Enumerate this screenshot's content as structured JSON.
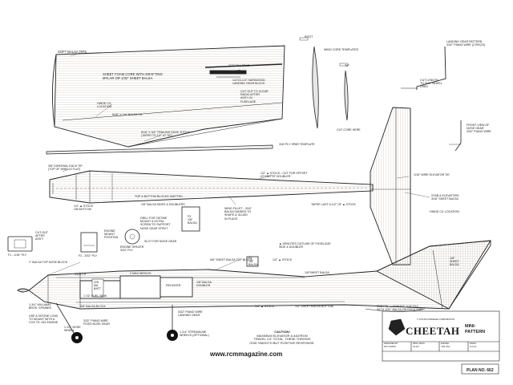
{
  "plan": {
    "title": "CHEETAH",
    "subtitle": "MINI-\nPATTERN",
    "website": "www.rcmmagazine.com",
    "plan_number": "PLAN NO. 662",
    "copyright": "© 1973 R/C MODELER CORPORATION"
  },
  "caution": {
    "heading": "CAUTION!",
    "lines": "MAXIMUM ELEVATOR & AILERON\nTRAVEL 1/4\" TOTAL. THESE THROWS\nGIVE SMOOTH BUT POSITIVE RESPONSE."
  },
  "wing": {
    "soft_balsa_tips": "SOFT BALSA TIPS",
    "foam_core": "SHEET FOAM CORE WITH DRAFTING\nMYLAR OR 1/32\" SHEET BALSA",
    "hinge_cl": "HINGE C/L\nLOCATION",
    "te_balsa": "5/16\" X 1/4\" BALSA T.E.",
    "trailing_edge": "5/16\" X 3/4\" TRAILING EDGE STOCK\n(TAPER TO 1/2\" AT TIP)",
    "ply_spar": "3/32\" PLY SPAR",
    "hardwood_block": "1/4\"X3-1/4\" HARDWOOD\nLANDING GEAR BLOCK",
    "cut_out_radio": "CUT OUT TO CLEAR\nRADIO AFTER\nASS'Y IN\nFUSELAGE",
    "ply_spar_template": "3/32 PLY SPAR TEMPLATE",
    "dihedral": "3/8\" DIHEDRAL EACH TIP\n(TOP OF WING IS FLAT)"
  },
  "templates": {
    "root": "ROOT",
    "tip": "TIP",
    "wing_core_templates": "WING CORE TEMPLATES",
    "cut_core_here": "CUT CORE HERE"
  },
  "landing_gear": {
    "pattern": "LANDING GEAR PATTERN\n3/32\" PIANO WIRE (2 REQ'D)",
    "cut_length": "CUT LENGTH\nTO SUIT WHEEL\nUSED",
    "nose_gear_view": "FRONT VIEW OF\nNOSE GEAR\n3/32\" PIANO WIRE"
  },
  "fuselage_top": {
    "stock_cutout": "1/2\" ▲ STOCK - CUT FOR OFFSET\nAT END OF DOUBLER",
    "blocks_omitted": "TOP & BOTTOM BLOCKS OMITTED",
    "sides_doublers": "1/8\" BALSA SIDES & DOUBLERS",
    "stock_bottom": "1/4\" ▲ STOCK\nON BOTTOM",
    "taper_last": "TAPER LAST 6-1/2\" OF ▲ STOCK",
    "elevator_tie": "1/16\" WIRE ELEVATOR TIE",
    "stab_elevators": "STAB & ELEVATORS\n3/16\" SHEET BALSA",
    "hinge_cl": "HINGE C/L LOCATION",
    "wing_fillet": "WING FILLET - 3/16\"\nBALSA SANDED TO\nSHAPE & GLUED\nIN PLACE"
  },
  "formers": {
    "f1": "F1 - 1/16\" PLY",
    "f1_cutout": "CUT-OUT\nAFTER\nASS'Y",
    "f2": "F2 - 3/32\" PLY",
    "drill": "DRILL FOR TATONE\nMOUNT & EXTRA\nSCREW TO SUPPORT\nNOSE GEAR STRUT",
    "engine_mount": "ENGINE\nMOUNT\nPOSITION",
    "nose_gear_slot": "SLOT FOR NOSE GEAR",
    "engine_spacer": "ENGINE SPACER\n3/32\" PLY",
    "f3": "F3\n1/8\"\nBALSA",
    "f4": "F4\n1/8\"\nBALSA",
    "outline_note": "▲ DENOTES OUTLINE OF FUSELAGE\nSIDE & DOUBLER"
  },
  "fuselage_side": {
    "top_nose_block": "1\" BALSA TOP NOSE BLOCK",
    "sheet_top_block": "5/8\" SHEET BALSA TOP BLOCK",
    "stock_half": "1/2\" ▲ STOCK",
    "switch": "SWITCH",
    "two_mini_servos": "2 MINI SERVOS",
    "battery": "225\nMA\nBATT",
    "fuel_tank": "1 OZ. FUEL TANK",
    "receiver": "RECEIVER",
    "doubler": "1/8\" BALSA\nDOUBLER",
    "sheet_balsa": "1/8\"SHEET BALSA",
    "balsa_block": "3/8\" BALSA BLOCK",
    "spinner": "1-3/4\" WILLIAMS\nBROS. SPINNER",
    "tatone": "USE A TATONE LONG\nTO MOUNT WITH A\nCOX TD .051 ENGINE",
    "fixed_gear": "3/32\" PIANO WIRE\nFIXED NOSE GEAR",
    "nose_wheel": "1-1/4\" NOSE\nWHEEL",
    "lg_wire": "3/32\" PIANO WIRE\nLANDING GEAR",
    "streamline_wheels": "1-1/4\" STREAMLINE\nWHEELS (OPTIONAL)",
    "stock_quarter": "1/4\" ▲ STOCK",
    "sheet_bottom": "1/4\" SHEET BALSA BOTTOM",
    "sub_fin": "SUB FIN - LAMINATE 1/16\" PLY\nWITH 1/32\" BALSA ON EACH SIDE",
    "fin_sheet": "1/8\"\nSHEET\nBALSA"
  },
  "title_block": {
    "designer_label": "DESIGNED BY",
    "designer": "ROY EVANS",
    "span_label": "WING SPAN",
    "span": "34-1/2\"",
    "engine_label": "ENGINE",
    "engine": ".049-.051",
    "radio_label": "RADIO",
    "radio": "3-4 CH."
  }
}
